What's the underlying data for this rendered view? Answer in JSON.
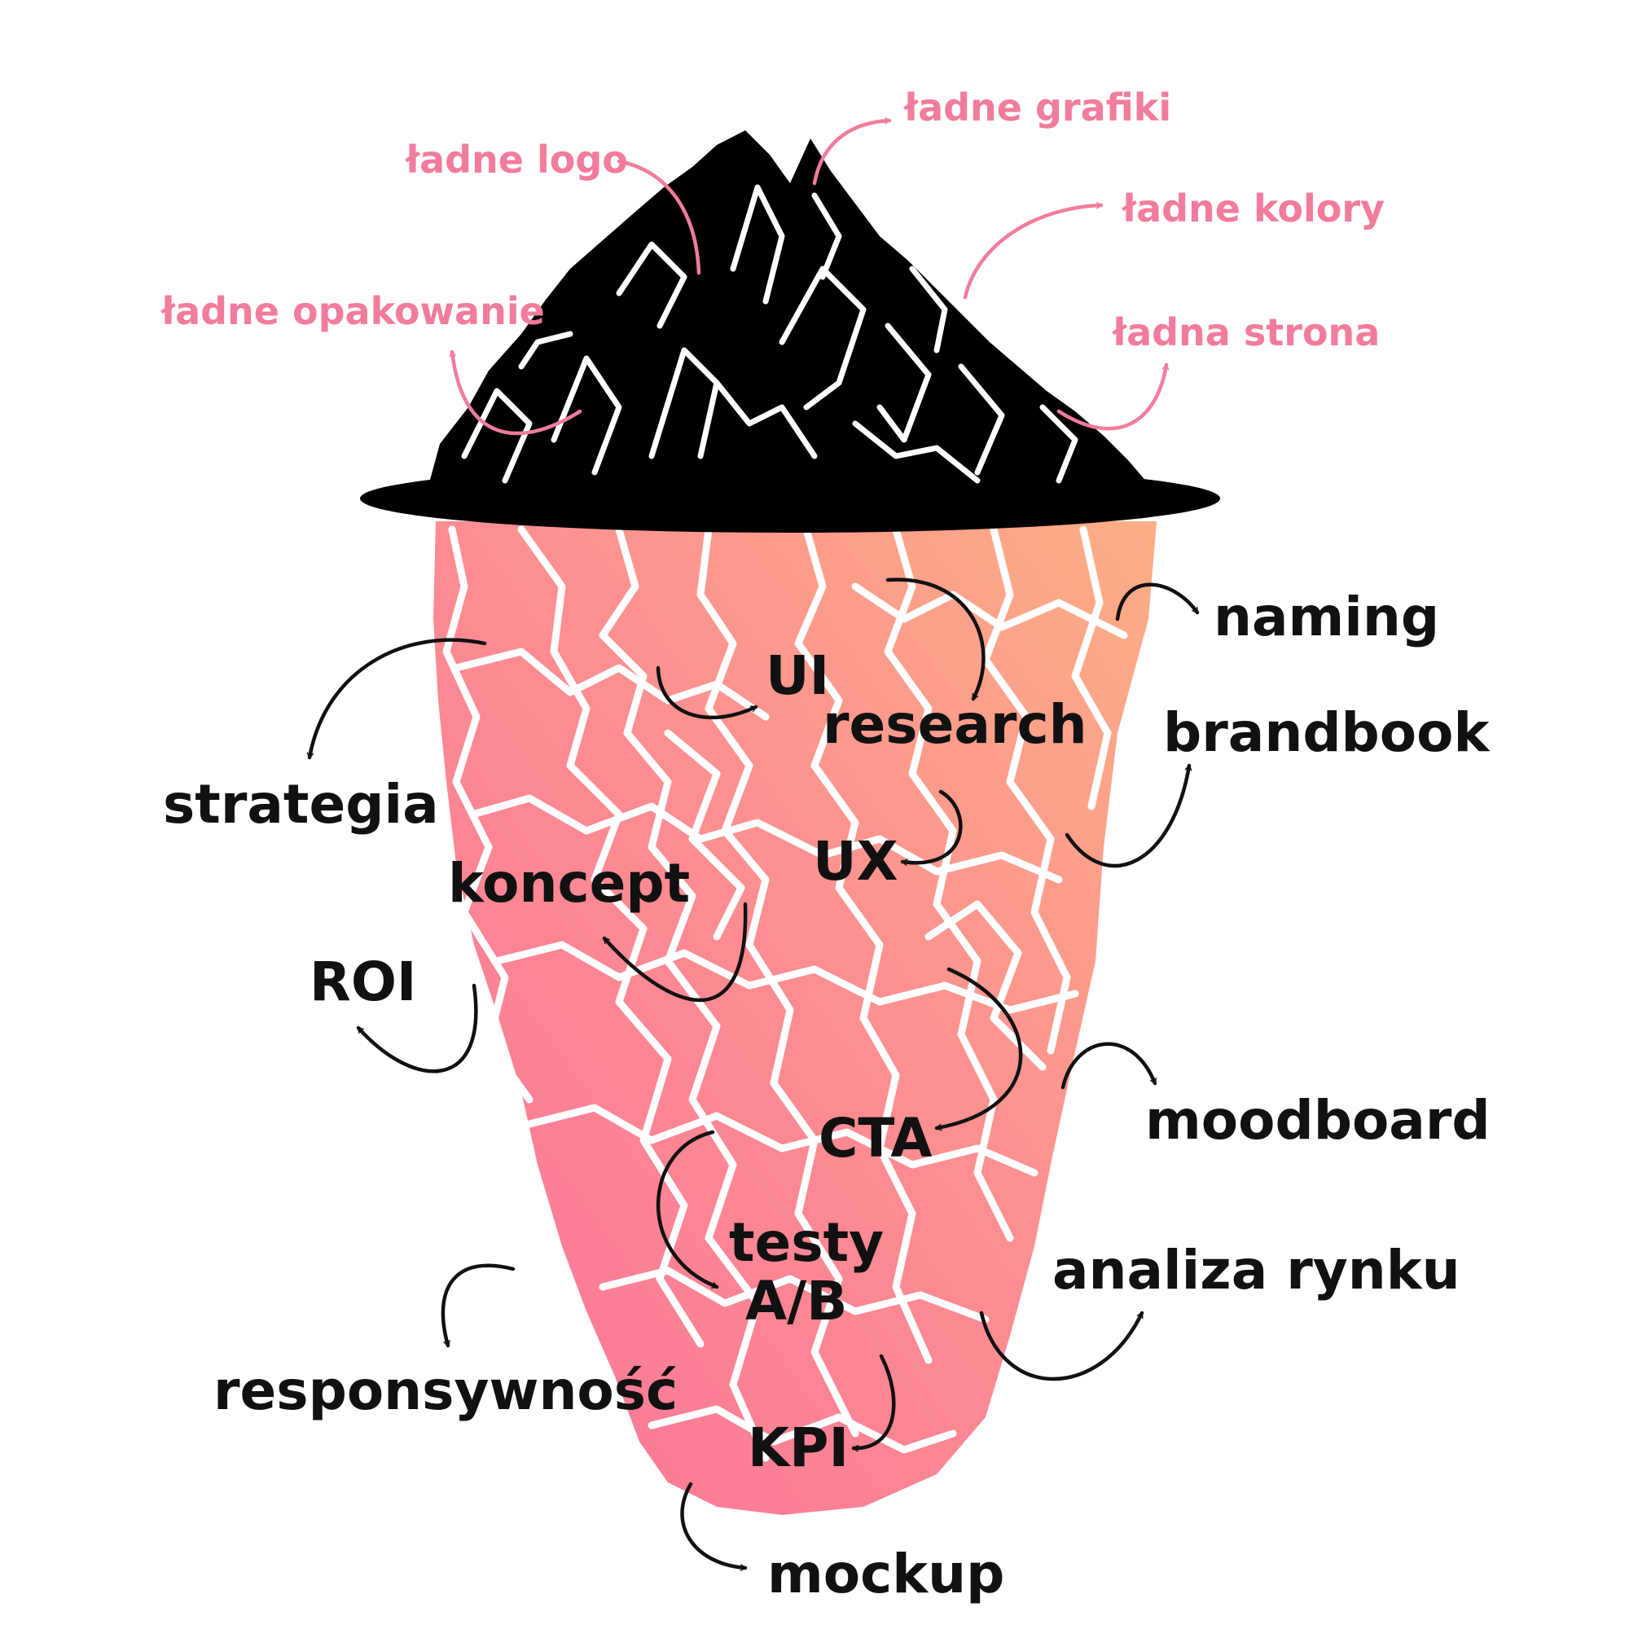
{
  "colors": {
    "above_text": "#f27c9c",
    "below_text": "#111111",
    "tip": "#000000",
    "body_gradient_top": "#fbae85",
    "body_gradient_mid": "#fd8c92",
    "body_gradient_bottom": "#f97499"
  },
  "above_surface": [
    {
      "id": "logo",
      "text": "ładne logo"
    },
    {
      "id": "grafiki",
      "text": "ładne grafiki"
    },
    {
      "id": "kolory",
      "text": "ładne kolory"
    },
    {
      "id": "opakowanie",
      "text": "ładne opakowanie"
    },
    {
      "id": "strona",
      "text": "ładna strona"
    }
  ],
  "below_surface": [
    {
      "id": "naming",
      "text": "naming"
    },
    {
      "id": "ui",
      "text": "UI"
    },
    {
      "id": "research",
      "text": "research"
    },
    {
      "id": "brandbook",
      "text": "brandbook"
    },
    {
      "id": "strategia",
      "text": "strategia"
    },
    {
      "id": "ux",
      "text": "UX"
    },
    {
      "id": "koncept",
      "text": "koncept"
    },
    {
      "id": "roi",
      "text": "ROI"
    },
    {
      "id": "cta",
      "text": "CTA"
    },
    {
      "id": "moodboard",
      "text": "moodboard"
    },
    {
      "id": "testy",
      "text": "testy"
    },
    {
      "id": "ab",
      "text": "A/B"
    },
    {
      "id": "analiza",
      "text": "analiza rynku"
    },
    {
      "id": "responsywnosc",
      "text": "responsywność"
    },
    {
      "id": "kpi",
      "text": "KPI"
    },
    {
      "id": "mockup",
      "text": "mockup"
    }
  ]
}
